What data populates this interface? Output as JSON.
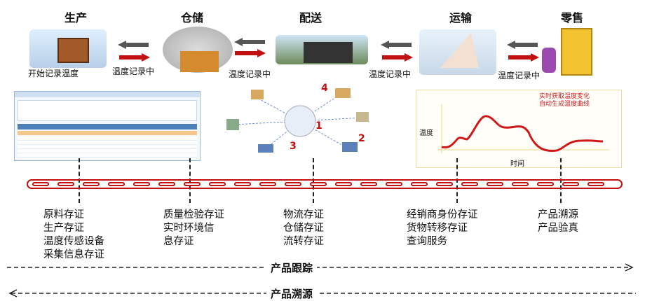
{
  "stages": [
    {
      "title": "生产",
      "label": "开始记录温度"
    },
    {
      "title": "仓储",
      "label": "温度记录中"
    },
    {
      "title": "配送",
      "label": "温度记录中"
    },
    {
      "title": "运输",
      "label": "温度记录中"
    },
    {
      "title": "零售",
      "label": "温度记录中"
    }
  ],
  "network": {
    "nodes": [
      "1",
      "2",
      "3",
      "4"
    ]
  },
  "chart": {
    "annotation_line1": "实时获取温度变化",
    "annotation_line2": "自动生成温度曲线",
    "ylabel": "温度",
    "xlabel": "时间"
  },
  "columns": [
    [
      "原料存证",
      "生产存证",
      "温度传感设备",
      "采集信息存证"
    ],
    [
      "质量检验存证",
      "实时环境信",
      "息存证"
    ],
    [
      "物流存证",
      "仓储存证",
      "流转存证"
    ],
    [
      "经销商身份存证",
      "货物转移存证",
      "查询服务"
    ],
    [
      "产品溯源",
      "产品验真"
    ]
  ],
  "tracking": {
    "forward": "产品跟踪",
    "backward": "产品溯源"
  },
  "colors": {
    "red": "#c01010",
    "gray": "#555555"
  }
}
